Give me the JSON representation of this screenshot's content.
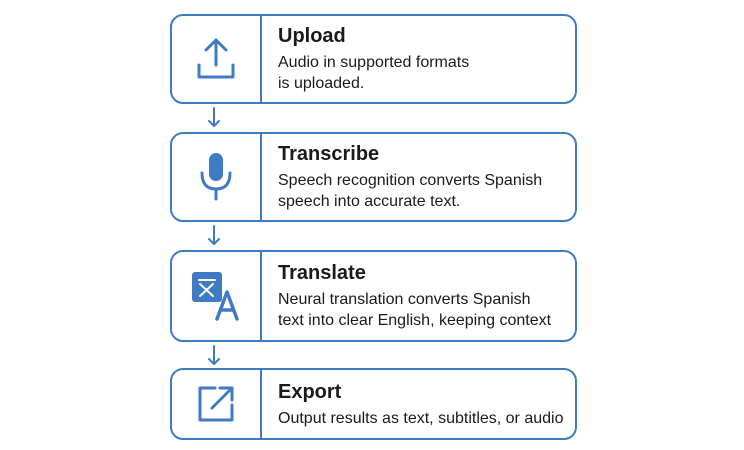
{
  "colors": {
    "accent": "#3f7ac4",
    "text": "#1a1a1a",
    "background": "#ffffff"
  },
  "steps": [
    {
      "icon": "upload-icon",
      "title": "Upload",
      "description": "Audio in supported formats\nis uploaded."
    },
    {
      "icon": "microphone-icon",
      "title": "Transcribe",
      "description": "Speech recognition converts Spanish\nspeech into accurate text."
    },
    {
      "icon": "translate-icon",
      "title": "Translate",
      "description": "Neural translation converts Spanish\ntext into clear English, keeping context"
    },
    {
      "icon": "export-icon",
      "title": "Export",
      "description": "Output results as text, subtitles, or audio"
    }
  ]
}
